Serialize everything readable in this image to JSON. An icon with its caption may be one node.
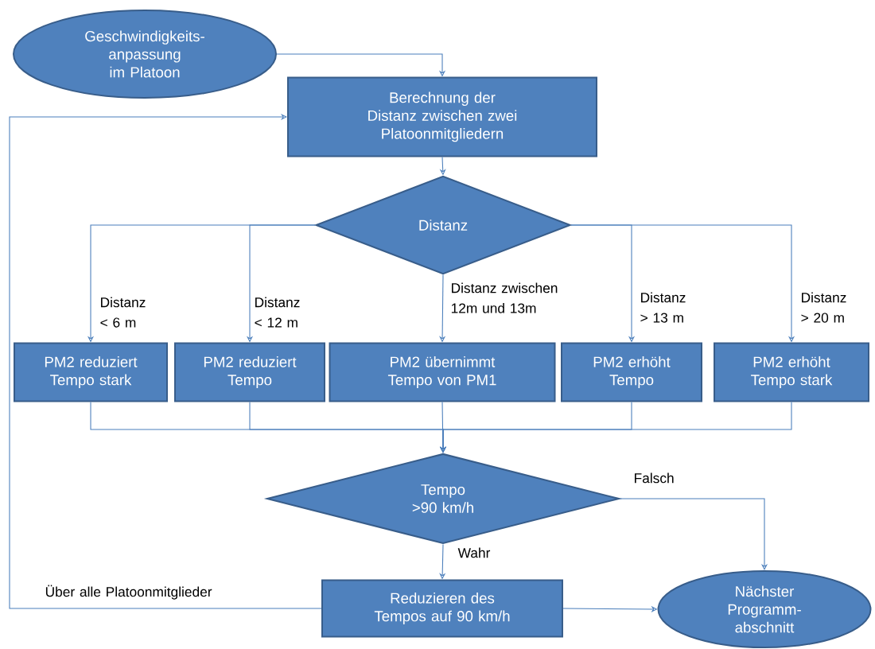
{
  "diagram": {
    "nodes": [
      {
        "text": [
          "Geschwindigkeits- anpassung im Platoon"
        ]
      },
      {
        "text": [
          "Berechnung der Distanz zwischen zwei Platoonmitgliedern"
        ]
      },
      {
        "text": [
          "Distanz"
        ]
      },
      {
        "text": [
          "PM2 reduziert Tempo stark"
        ]
      },
      {
        "text": [
          "PM2 reduziert Tempo"
        ]
      },
      {
        "text": [
          "PM2 übernimmt Tempo von PM1"
        ]
      },
      {
        "text": [
          "PM2 erhöht Tempo"
        ]
      },
      {
        "text": [
          "PM2 erhöht Tempo stark"
        ]
      },
      {
        "text": [
          "Tempo >90 km/h"
        ]
      },
      {
        "text": [
          "Reduzieren des Tempos auf 90 km/h"
        ]
      },
      {
        "text": [
          "Nächster Programm- abschnitt"
        ]
      }
    ],
    "edges": [
      {
        "from": 0,
        "to": 1,
        "arrow": "to"
      },
      {
        "from": 1,
        "to": 2,
        "arrow": "to"
      },
      {
        "from": 2,
        "to": 3,
        "arrow": "to",
        "label": "Distanz < 6 m"
      },
      {
        "from": 2,
        "to": 4,
        "arrow": "to",
        "label": "Distanz < 12 m"
      },
      {
        "from": 2,
        "to": 5,
        "arrow": "to",
        "label": "Distanz zwischen 12m und 13m"
      },
      {
        "from": 2,
        "to": 6,
        "arrow": "to",
        "label": "Distanz > 13 m"
      },
      {
        "from": 2,
        "to": 7,
        "arrow": "to",
        "label": "Distanz > 20 m"
      },
      {
        "from": 3,
        "to": 8,
        "arrow": "to"
      },
      {
        "from": 4,
        "to": 8,
        "arrow": "to"
      },
      {
        "from": 5,
        "to": 8,
        "arrow": "to"
      },
      {
        "from": 6,
        "to": 8,
        "arrow": "to"
      },
      {
        "from": 7,
        "to": 8,
        "arrow": "to"
      },
      {
        "from": 8,
        "to": 10,
        "arrow": "to",
        "label": "Falsch"
      },
      {
        "from": 8,
        "to": 9,
        "arrow": "to",
        "label": "Wahr"
      },
      {
        "from": 9,
        "to": 10,
        "arrow": "to"
      },
      {
        "from": 9,
        "to": 1,
        "arrow": "to",
        "label": "Über alle Platoonmitglieder"
      }
    ]
  }
}
